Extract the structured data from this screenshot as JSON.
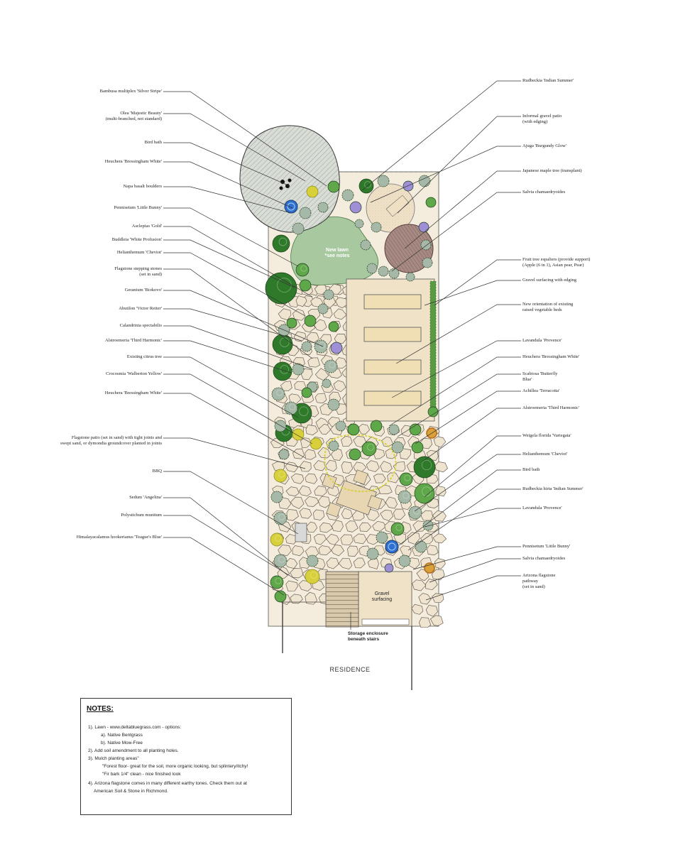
{
  "left_labels": [
    {
      "text": "Bambusa multiplex 'Silver Stripe'"
    },
    {
      "text": "Olea 'Majestic Beauty'\n(multi-branched, not standard)"
    },
    {
      "text": "Bird bath"
    },
    {
      "text": "Heuchera 'Bressingham White'"
    },
    {
      "text": "Napa basalt boulders"
    },
    {
      "text": "Pennisetum 'Little Bunny'"
    },
    {
      "text": "Asclepias 'Gold'"
    },
    {
      "text": "Buddleia 'White Profusion'"
    },
    {
      "text": "Helianthemum 'Cheviot'"
    },
    {
      "text": "Flagstone stepping stones\n(set in sand)"
    },
    {
      "text": "Geranium 'Biokovo'"
    },
    {
      "text": "Abutilon 'Victor Reiter'"
    },
    {
      "text": "Calandrinia spectabilis"
    },
    {
      "text": "Alstroemeria 'Third Harmonic'"
    },
    {
      "text": "Existing citrus tree"
    },
    {
      "text": "Crocosmia 'Walberton Yellow'"
    },
    {
      "text": "Heuchera 'Bressingham White'"
    },
    {
      "text": "Flagstone patio (set in sand) with tight joints and\nswept sand, or dymondia groundcover planted in joints"
    },
    {
      "text": "BBQ"
    },
    {
      "text": "Sedum 'Angelina'"
    },
    {
      "text": "Polystichum munitum"
    },
    {
      "text": "Himalayacalamus hookerianus 'Teague's Blue'"
    }
  ],
  "right_labels": [
    {
      "text": "Rudbeckia 'Indian Summer'"
    },
    {
      "text": "Informal gravel patio\n(with edging)"
    },
    {
      "text": "Ajuga 'Burgundy Glow'"
    },
    {
      "text": "Japanese maple tree (transplant)"
    },
    {
      "text": "Salvia chamaedryoides"
    },
    {
      "text": "Fruit tree espaliers (provide support)\n(Apple (6 in 1), Asian pear, Pear)"
    },
    {
      "text": "Gravel surfacing with edging"
    },
    {
      "text": "New orientation of existing\nraised vegetable beds"
    },
    {
      "text": "Lavandula 'Provence'"
    },
    {
      "text": "Heuchera 'Bressingham White'"
    },
    {
      "text": "Scabiosa 'Butterfly\nBlue'"
    },
    {
      "text": "Achillea 'Terracotta'"
    },
    {
      "text": "Alstroemeria 'Third Harmonic'"
    },
    {
      "text": "Weigela florida 'Variegata'"
    },
    {
      "text": "Helianthemum 'Cheviot'"
    },
    {
      "text": "Bird bath"
    },
    {
      "text": "Rudbeckia hirta 'Indian Summer'"
    },
    {
      "text": "Lavandula 'Provence'"
    },
    {
      "text": "Pennisetum 'Little Bunny'"
    },
    {
      "text": "Salvia chamaedryoides"
    },
    {
      "text": "Arizona flagstone\npathway\n(set in sand)"
    }
  ],
  "plan_labels": {
    "lawn": "New lawn\n*see notes",
    "gravel": "Gravel\nsurfacing",
    "storage": "Storage enclosure\nbeneath stairs",
    "residence": "RESIDENCE"
  },
  "notes": {
    "title": "NOTES:",
    "lines": [
      "1). Lawn - www.deltabluegrass.com - options:",
      "a). Native Bentgrass",
      "b). Native Mow-Free",
      "2). Add soil amendment to all planting holes.",
      "3). Mulch planting areas\"",
      "\"Forest floor- great for the soil, more organic looking, but splintery/itchy!",
      "\"Fir bark 1/4\" clean - nice finished look",
      "4). Arizona flagstone comes in many different earthy tones.  Check them out at",
      "American Soil & Stone in Richmond."
    ]
  },
  "colors": {
    "flagstone": "#efe4cf",
    "gravel": "#e8dcc4",
    "lawn": "#a8c9a0",
    "olive": "#d8ddd5",
    "maple": "#a88a84",
    "raised_bed": "#f0deb4",
    "shrub_dark": "#2f7a2a",
    "shrub_mid": "#5fa84a",
    "shrub_gray": "#a6b8a8",
    "yellow": "#d8d03a",
    "purple": "#9f8fd6",
    "bird_bath": "#2f6fd0"
  }
}
